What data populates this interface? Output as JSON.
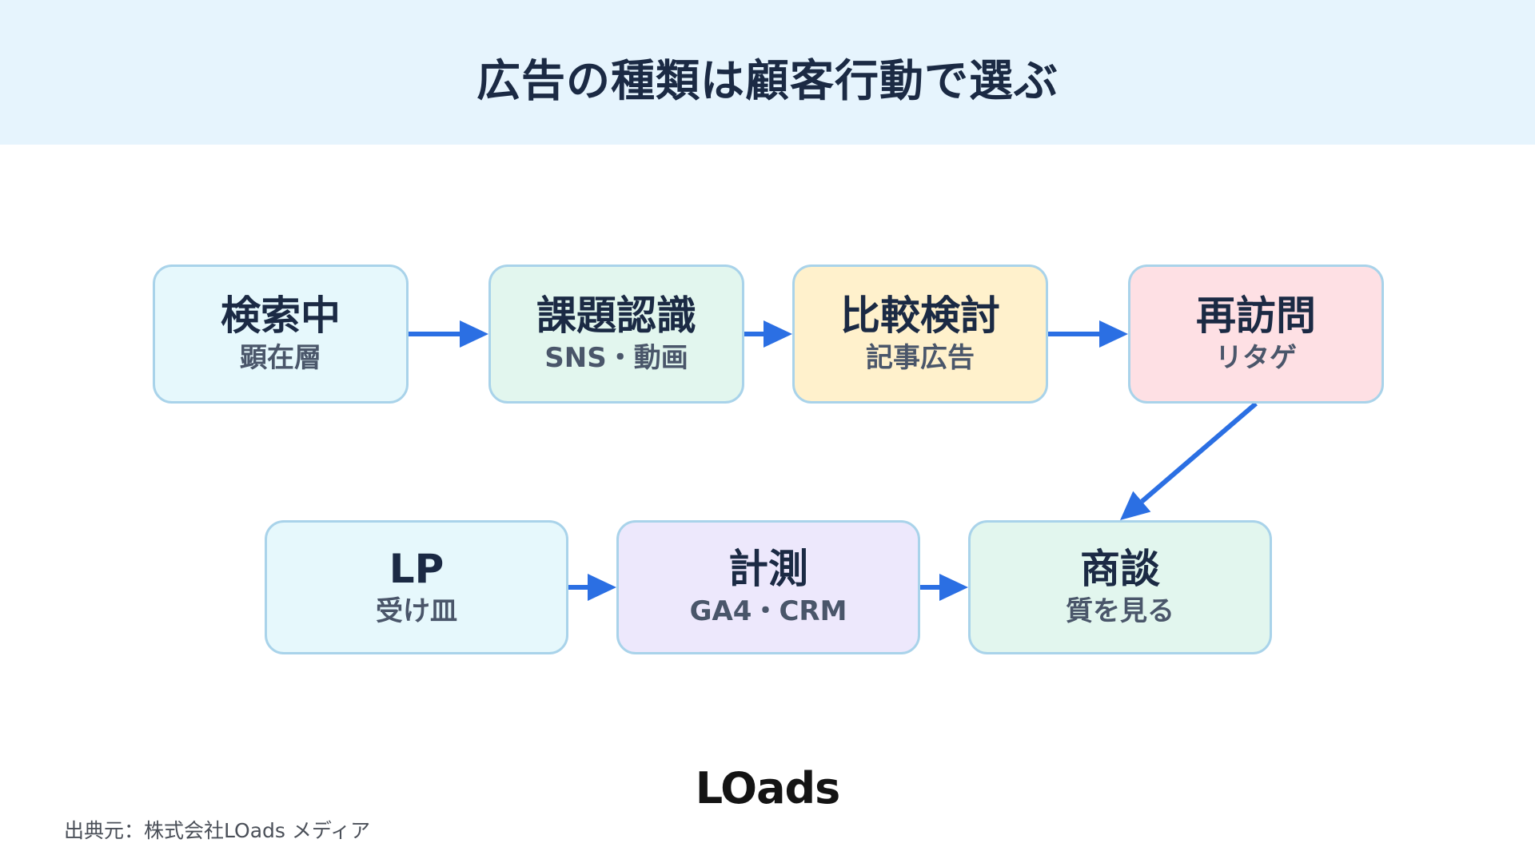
{
  "header": {
    "title": "広告の種類は顧客行動で選ぶ"
  },
  "colors": {
    "header_bg": "#e6f4fd",
    "arrow": "#2b6fe3",
    "node_border": "#a9d3ea",
    "title": "#1b2a44"
  },
  "flow": {
    "nodes": [
      {
        "title": "検索中",
        "subtitle": "顕在層",
        "fill": "#e6f8fc"
      },
      {
        "title": "課題認識",
        "subtitle": "SNS・動画",
        "fill": "#e2f6ee"
      },
      {
        "title": "比較検討",
        "subtitle": "記事広告",
        "fill": "#fff1cc"
      },
      {
        "title": "再訪問",
        "subtitle": "リタゲ",
        "fill": "#fee0e4"
      },
      {
        "title": "LP",
        "subtitle": "受け皿",
        "fill": "#e6f8fc"
      },
      {
        "title": "計測",
        "subtitle": "GA4・CRM",
        "fill": "#ede8fc"
      },
      {
        "title": "商談",
        "subtitle": "質を見る",
        "fill": "#e2f6ee"
      }
    ],
    "edges": [
      {
        "from": 0,
        "to": 1
      },
      {
        "from": 1,
        "to": 2
      },
      {
        "from": 2,
        "to": 3
      },
      {
        "from": 3,
        "to": 6
      },
      {
        "from": 4,
        "to": 5
      },
      {
        "from": 5,
        "to": 6
      }
    ]
  },
  "branding": {
    "logo": "LOads"
  },
  "footer": {
    "source": "出典元：株式会社LOads メディア"
  }
}
